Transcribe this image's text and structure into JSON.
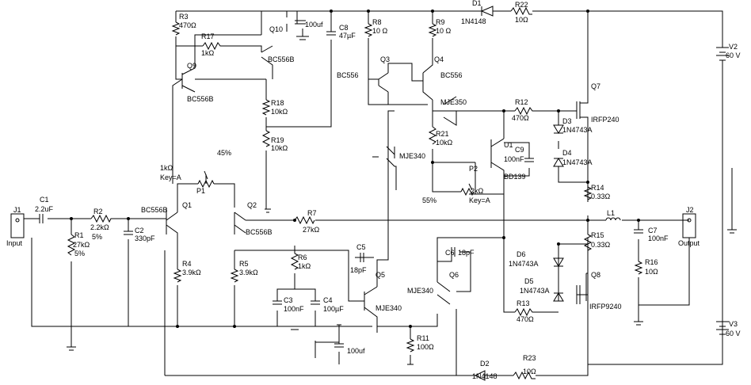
{
  "labels": {
    "J1": "J1",
    "input": "Input",
    "C1": "C1",
    "C1v": "2.2uF",
    "R1": "R1",
    "R1v": "27kΩ",
    "R1t": "5%",
    "R2": "R2",
    "R2v": "2.2kΩ",
    "R2t": "5%",
    "C2": "C2",
    "C2v": "330pF",
    "Q1": "Q1",
    "Q1t": "BC556B",
    "Q2": "Q2",
    "Q2t": "BC556B",
    "P1": "P1",
    "P1v": "1kΩ",
    "P1k": "Key=A",
    "P1p": "45%",
    "R3": "R3",
    "R3v": "470Ω",
    "R17": "R17",
    "R17v": "1kΩ",
    "Q9": "Q9",
    "Q9t": "BC556B",
    "Q10": "Q10",
    "Q10t": "BC556B",
    "C8": "C8",
    "C8v": "47µF",
    "C100": "100uf",
    "R18": "R18",
    "R18v": "10kΩ",
    "R19": "R19",
    "R19v": "10kΩ",
    "R4": "R4",
    "R4v": "3.9kΩ",
    "R5": "R5",
    "R5v": "3.9kΩ",
    "R6": "R6",
    "R6v": "1kΩ",
    "R7": "R7",
    "R7v": "27kΩ",
    "C3": "C3",
    "C3v": "100nF",
    "C4": "C4",
    "C4v": "100µF",
    "C5": "C5",
    "C5v": "18pF",
    "Q5": "Q5",
    "Q5t": "MJE340",
    "C6": "C6",
    "C6v": "18pF",
    "Q6": "Q6",
    "Q6t": "MJE340",
    "R8": "R8",
    "R8v": "10 Ω",
    "R9": "R9",
    "R9v": "10 Ω",
    "Q3": "Q3",
    "Q3t": "BC556",
    "Q4": "Q4",
    "Q4t": "BC556",
    "MJE350": "MJE350",
    "R21": "R21",
    "R21v": "10kΩ",
    "MJE340b": "MJE340",
    "P2": "P2",
    "P2v": "2kΩ",
    "P2k": "Key=A",
    "P2p": "55%",
    "U1": "U1",
    "C9": "C9",
    "C9v": "100nF",
    "BD139": "BD139",
    "R11": "R11",
    "R11v": "100Ω",
    "C100b": "100uf",
    "D1": "D1",
    "D1t": "1N4148",
    "R22": "R22",
    "R22v": "10Ω",
    "D2": "D2",
    "D2t": "1N4148",
    "R23": "R23",
    "R23v": "10Ω",
    "R12": "R12",
    "R12v": "470Ω",
    "Q7": "Q7",
    "Q7t": "IRFP240",
    "D3": "D3",
    "D3t": "1N4743A",
    "D4": "D4",
    "D4t": "1N4743A",
    "R14": "R14",
    "R14v": "0.33Ω",
    "L1": "L1",
    "R15": "R15",
    "R15v": "0.33Ω",
    "D6": "D6",
    "D6t": "1N4743A",
    "D5": "D5",
    "D5t": "1N4743A",
    "Q8": "Q8",
    "Q8t": "IRFP9240",
    "R13": "R13",
    "R13v": "470Ω",
    "C7": "C7",
    "C7v": "100nF",
    "R16": "R16",
    "R16v": "10Ω",
    "J2": "J2",
    "output": "Output",
    "V2": "V2",
    "V2v": "60 V",
    "V3": "V3",
    "V3v": "60 V"
  }
}
